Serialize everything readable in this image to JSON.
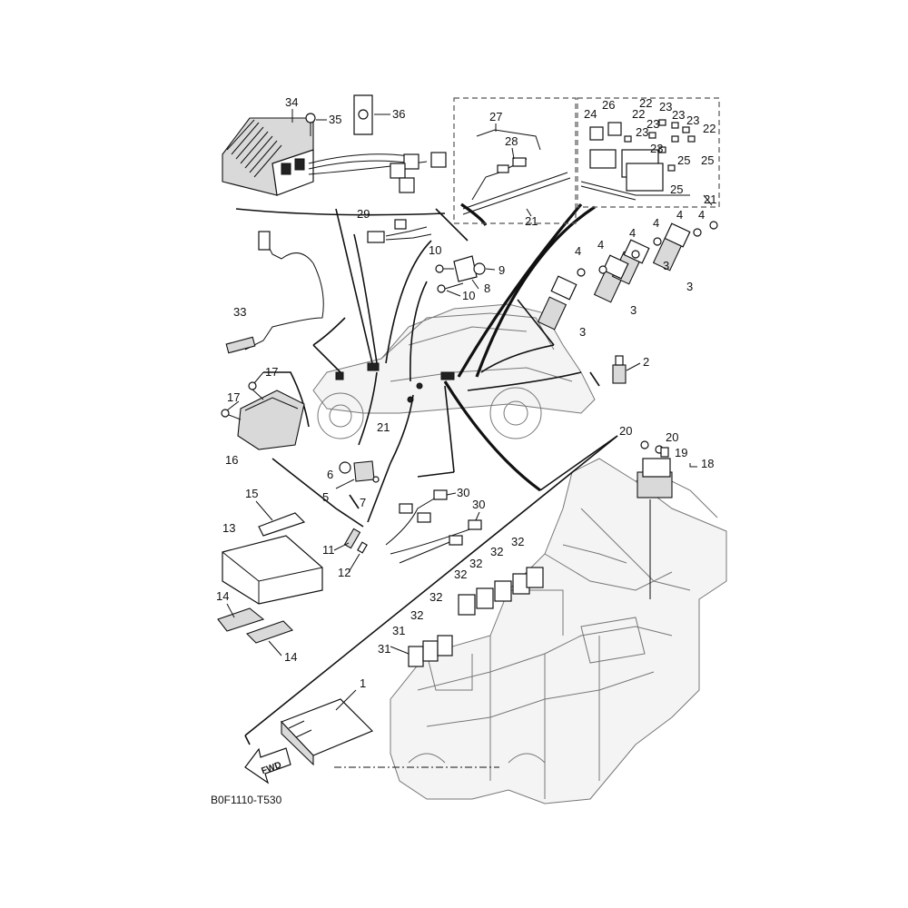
{
  "diagram_code": "B0F1110-T530",
  "fwd_label": "FWD",
  "callouts": [
    {
      "id": "c34",
      "n": "34"
    },
    {
      "id": "c35",
      "n": "35"
    },
    {
      "id": "c36",
      "n": "36"
    },
    {
      "id": "c27",
      "n": "27"
    },
    {
      "id": "c28",
      "n": "28"
    },
    {
      "id": "c21a",
      "n": "21"
    },
    {
      "id": "c24",
      "n": "24"
    },
    {
      "id": "c26",
      "n": "26"
    },
    {
      "id": "c22a",
      "n": "22"
    },
    {
      "id": "c23a",
      "n": "23"
    },
    {
      "id": "c22b",
      "n": "22"
    },
    {
      "id": "c23b",
      "n": "23"
    },
    {
      "id": "c23c",
      "n": "23"
    },
    {
      "id": "c23d",
      "n": "23"
    },
    {
      "id": "c22c",
      "n": "22"
    },
    {
      "id": "c23e",
      "n": "23"
    },
    {
      "id": "c25a",
      "n": "25"
    },
    {
      "id": "c25b",
      "n": "25"
    },
    {
      "id": "c25c",
      "n": "25"
    },
    {
      "id": "c21b",
      "n": "21"
    },
    {
      "id": "c29",
      "n": "29"
    },
    {
      "id": "c10a",
      "n": "10"
    },
    {
      "id": "c9",
      "n": "9"
    },
    {
      "id": "c8",
      "n": "8"
    },
    {
      "id": "c10b",
      "n": "10"
    },
    {
      "id": "c4a",
      "n": "4"
    },
    {
      "id": "c4b",
      "n": "4"
    },
    {
      "id": "c4c",
      "n": "4"
    },
    {
      "id": "c4d",
      "n": "4"
    },
    {
      "id": "c4e",
      "n": "4"
    },
    {
      "id": "c3a",
      "n": "3"
    },
    {
      "id": "c3b",
      "n": "3"
    },
    {
      "id": "c3c",
      "n": "3"
    },
    {
      "id": "c3d",
      "n": "3"
    },
    {
      "id": "c33",
      "n": "33"
    },
    {
      "id": "c2",
      "n": "2"
    },
    {
      "id": "c17a",
      "n": "17"
    },
    {
      "id": "c17b",
      "n": "17"
    },
    {
      "id": "c16",
      "n": "16"
    },
    {
      "id": "c21c",
      "n": "21"
    },
    {
      "id": "c6",
      "n": "6"
    },
    {
      "id": "c5",
      "n": "5"
    },
    {
      "id": "c7",
      "n": "7"
    },
    {
      "id": "c20a",
      "n": "20"
    },
    {
      "id": "c20b",
      "n": "20"
    },
    {
      "id": "c19",
      "n": "19"
    },
    {
      "id": "c18",
      "n": "18"
    },
    {
      "id": "c15",
      "n": "15"
    },
    {
      "id": "c30a",
      "n": "30"
    },
    {
      "id": "c30b",
      "n": "30"
    },
    {
      "id": "c13",
      "n": "13"
    },
    {
      "id": "c11",
      "n": "11"
    },
    {
      "id": "c12",
      "n": "12"
    },
    {
      "id": "c32a",
      "n": "32"
    },
    {
      "id": "c32b",
      "n": "32"
    },
    {
      "id": "c32c",
      "n": "32"
    },
    {
      "id": "c32d",
      "n": "32"
    },
    {
      "id": "c32e",
      "n": "32"
    },
    {
      "id": "c32f",
      "n": "32"
    },
    {
      "id": "c14a",
      "n": "14"
    },
    {
      "id": "c14b",
      "n": "14"
    },
    {
      "id": "c31a",
      "n": "31"
    },
    {
      "id": "c31b",
      "n": "31"
    },
    {
      "id": "c1",
      "n": "1"
    }
  ]
}
